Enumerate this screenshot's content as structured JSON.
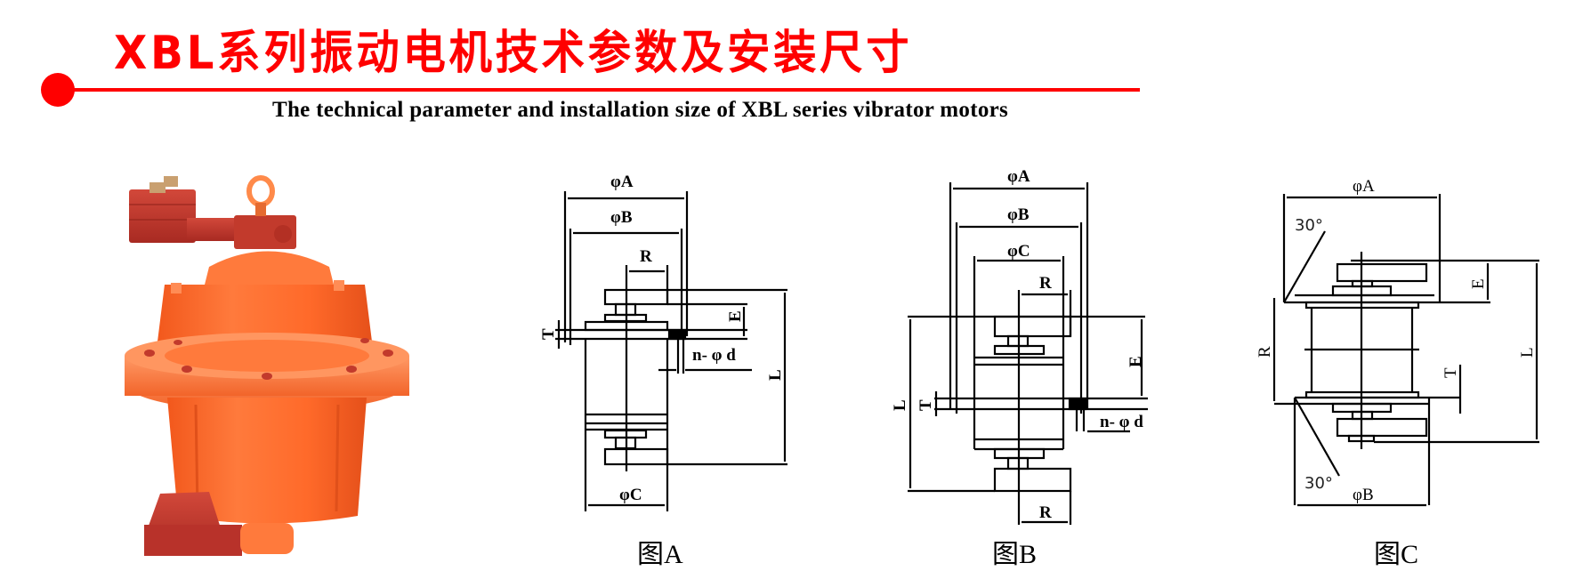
{
  "header": {
    "title": "XBL系列振动电机技术参数及安装尺寸",
    "subtitle": "The technical parameter and installation size of XBL series vibrator motors",
    "accent_color": "#ff0000"
  },
  "photo": {
    "subject": "XBL vibrator motor (vertical flange-mounted, orange body with red eccentric weights)",
    "colors": {
      "body": "#ff6a2a",
      "weights": "#c8372a",
      "highlight": "#ff8c55"
    }
  },
  "figures": [
    {
      "caption": "图A",
      "labels": {
        "A": "φA",
        "B": "φB",
        "C": "φC",
        "R": "R",
        "E": "E",
        "L": "L",
        "T": "T",
        "hole": "n- φ d"
      }
    },
    {
      "caption": "图B",
      "labels": {
        "A": "φA",
        "B": "φB",
        "C": "φC",
        "R_top": "R",
        "R_bottom": "R",
        "E": "E",
        "L": "L",
        "T": "T",
        "hole": "n- φ d"
      }
    },
    {
      "caption": "图C",
      "labels": {
        "A": "φA",
        "B": "φB",
        "R": "R",
        "E": "E",
        "L": "L",
        "T": "T",
        "angle_top": "30°",
        "angle_bottom": "30°"
      }
    }
  ]
}
